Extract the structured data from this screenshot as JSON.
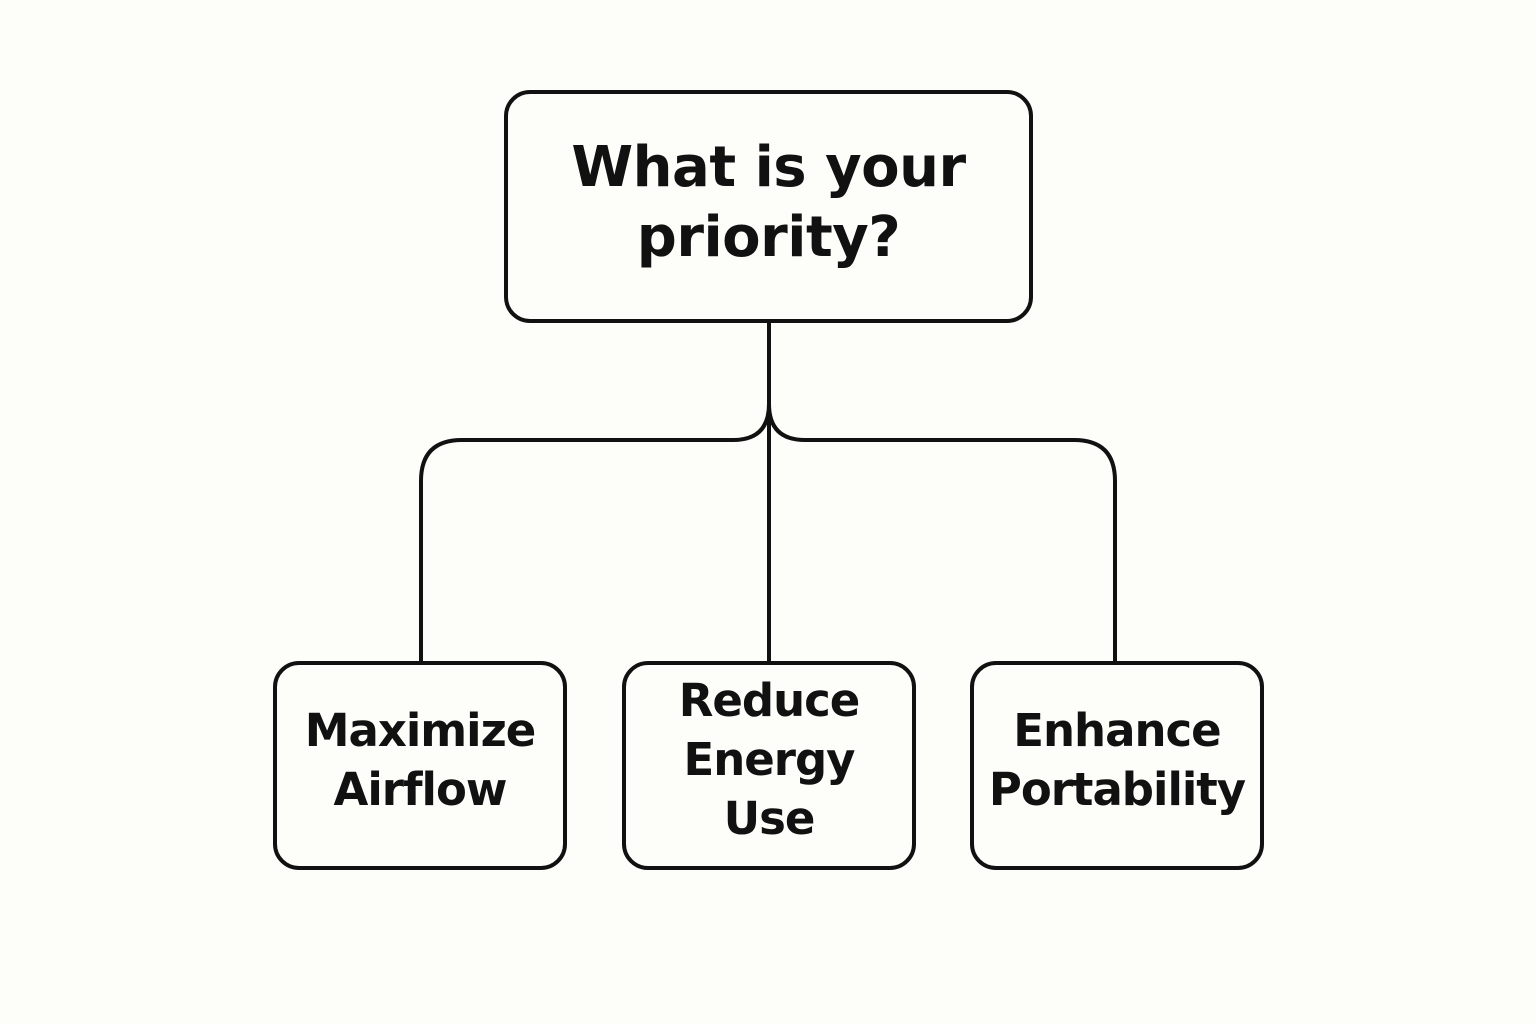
{
  "diagram": {
    "root": {
      "label": "What is your priority?"
    },
    "options": [
      {
        "label": "Maximize Airflow"
      },
      {
        "label": "Reduce Energy Use"
      },
      {
        "label": "Enhance Portability"
      }
    ],
    "colors": {
      "background": "#fdfdf9",
      "stroke": "#111111",
      "text": "#111111"
    }
  }
}
